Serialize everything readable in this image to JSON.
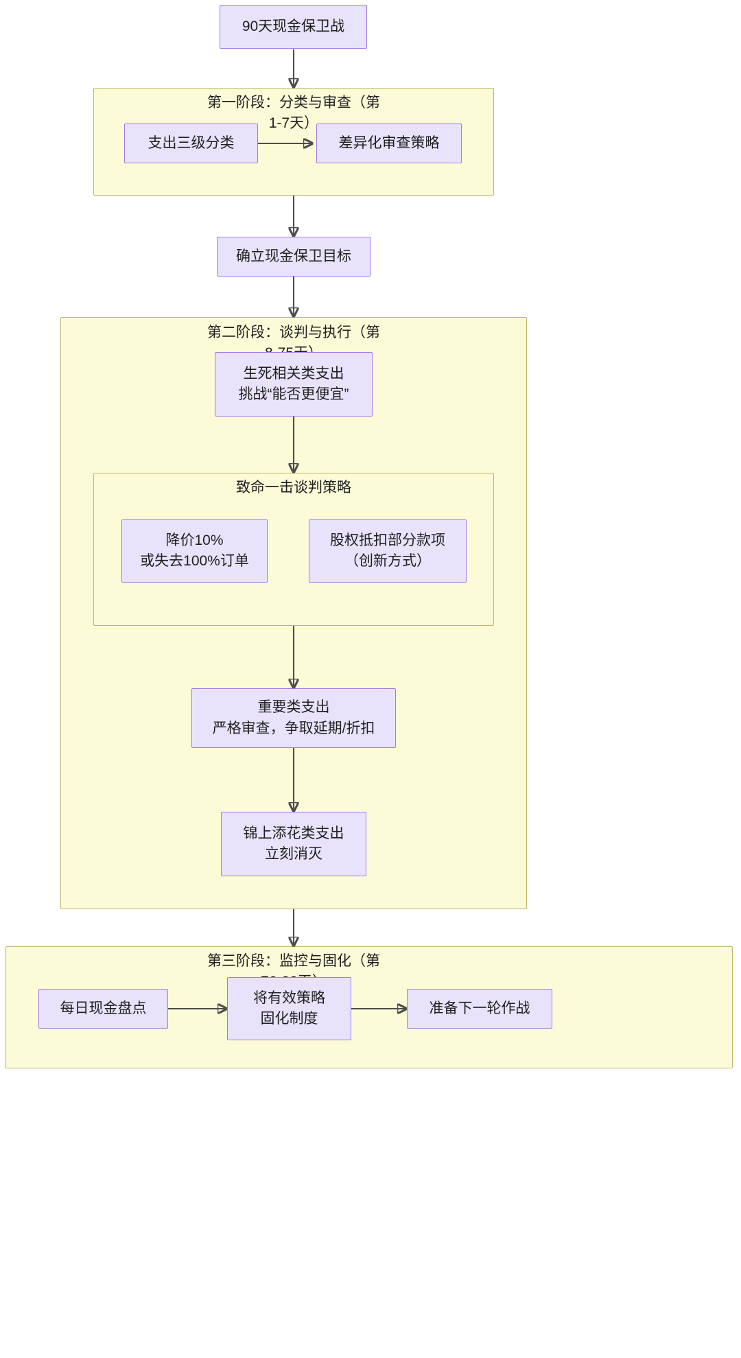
{
  "diagram": {
    "type": "flowchart",
    "direction": "top-down",
    "title_node": "90天现金保卫战",
    "colors": {
      "node_fill": "#e8e3fb",
      "node_stroke": "#9f7aea",
      "cluster_fill": "#fbfbd8",
      "cluster_stroke": "#bdb76b",
      "edge": "#4d4d4d",
      "text": "#1f1f1f",
      "background": "#ffffff"
    },
    "nodes": {
      "root": {
        "label": "90天现金保卫战"
      },
      "p1_classify": {
        "label": "支出三级分类"
      },
      "p1_review": {
        "label": "差异化审查策略"
      },
      "goal": {
        "label": "确立现金保卫目标"
      },
      "p2_critical": {
        "line1": "生死相关类支出",
        "line2": "挑战“能否更便宜”"
      },
      "p2_discount": {
        "line1": "降价10%",
        "line2": "或失去100%订单"
      },
      "p2_equity": {
        "line1": "股权抵扣部分款项",
        "line2": "（创新方式）"
      },
      "p2_important": {
        "line1": "重要类支出",
        "line2": "严格审查，争取延期/折扣"
      },
      "p2_nice": {
        "line1": "锦上添花类支出",
        "line2": "立刻消灭"
      },
      "p3_daily": {
        "label": "每日现金盘点"
      },
      "p3_solidify": {
        "line1": "将有效策略",
        "line2": "固化制度"
      },
      "p3_next": {
        "label": "准备下一轮作战"
      }
    },
    "clusters": {
      "phase1": {
        "title": "第一阶段：分类与审查（第\n1-7天）"
      },
      "phase2": {
        "title": "第二阶段：谈判与执行（第\n8-75天）"
      },
      "negotiation": {
        "title": "致命一击谈判策略"
      },
      "phase3": {
        "title": "第三阶段：监控与固化（第\n76-90天）"
      }
    },
    "edges": [
      {
        "from": "root",
        "to": "phase1"
      },
      {
        "from": "p1_classify",
        "to": "p1_review"
      },
      {
        "from": "phase1",
        "to": "goal"
      },
      {
        "from": "goal",
        "to": "phase2"
      },
      {
        "from": "p2_critical",
        "to": "negotiation"
      },
      {
        "from": "negotiation",
        "to": "p2_important"
      },
      {
        "from": "p2_important",
        "to": "p2_nice"
      },
      {
        "from": "phase2",
        "to": "phase3"
      },
      {
        "from": "p3_daily",
        "to": "p3_solidify"
      },
      {
        "from": "p3_solidify",
        "to": "p3_next"
      }
    ]
  }
}
